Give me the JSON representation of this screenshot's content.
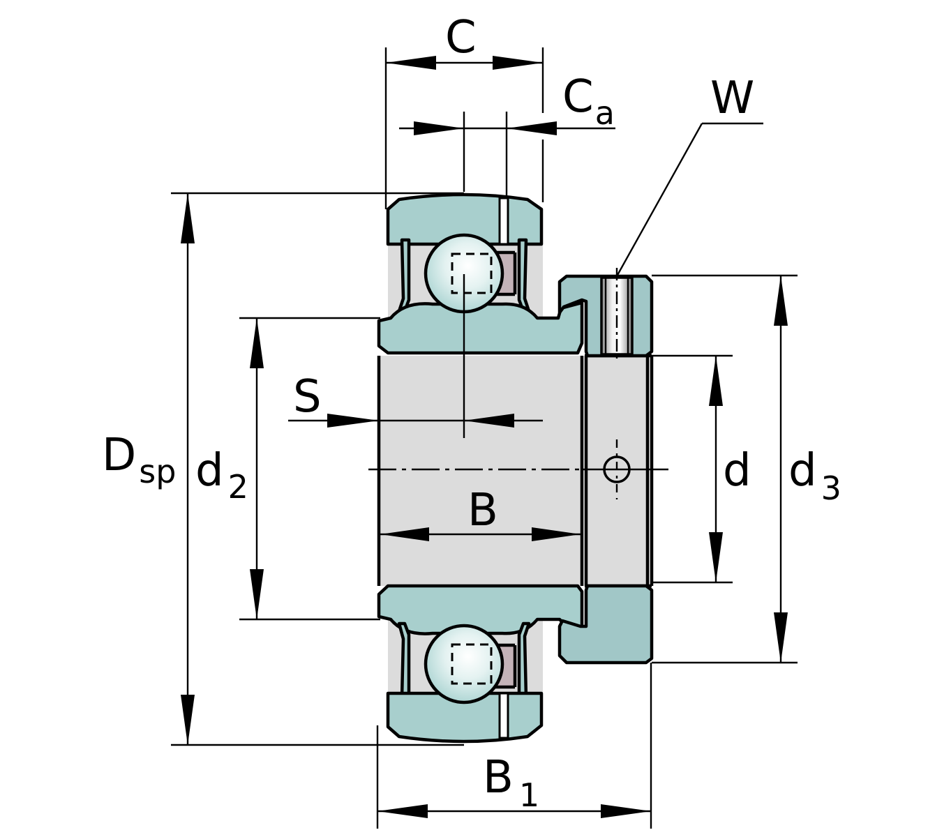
{
  "diagram": {
    "title": "Insert bearing with eccentric locking collar — dimension drawing",
    "colors": {
      "ring_fill": "#a8cfcd",
      "collar_fill": "#a1c7c7",
      "bore_fill": "#dcdcdc",
      "cage_fill": "#c4b3b8",
      "ball_highlight": "#ffffff",
      "ball_shade": "#a7d2d0",
      "line": "#000000"
    },
    "labels": {
      "C": {
        "main": "C",
        "sub": ""
      },
      "Ca": {
        "main": "C",
        "sub": "a"
      },
      "W": {
        "main": "W",
        "sub": ""
      },
      "S": {
        "main": "S",
        "sub": ""
      },
      "Dsp": {
        "main": "D",
        "sub": "sp"
      },
      "d2": {
        "main": "d",
        "sub": "2"
      },
      "B": {
        "main": "B",
        "sub": ""
      },
      "d": {
        "main": "d",
        "sub": ""
      },
      "d3": {
        "main": "d",
        "sub": "3"
      },
      "B1": {
        "main": "B",
        "sub": "1"
      }
    },
    "components": [
      "outer-ring",
      "inner-ring",
      "balls",
      "cage",
      "seals",
      "locking-collar",
      "set-screw",
      "bore"
    ]
  }
}
